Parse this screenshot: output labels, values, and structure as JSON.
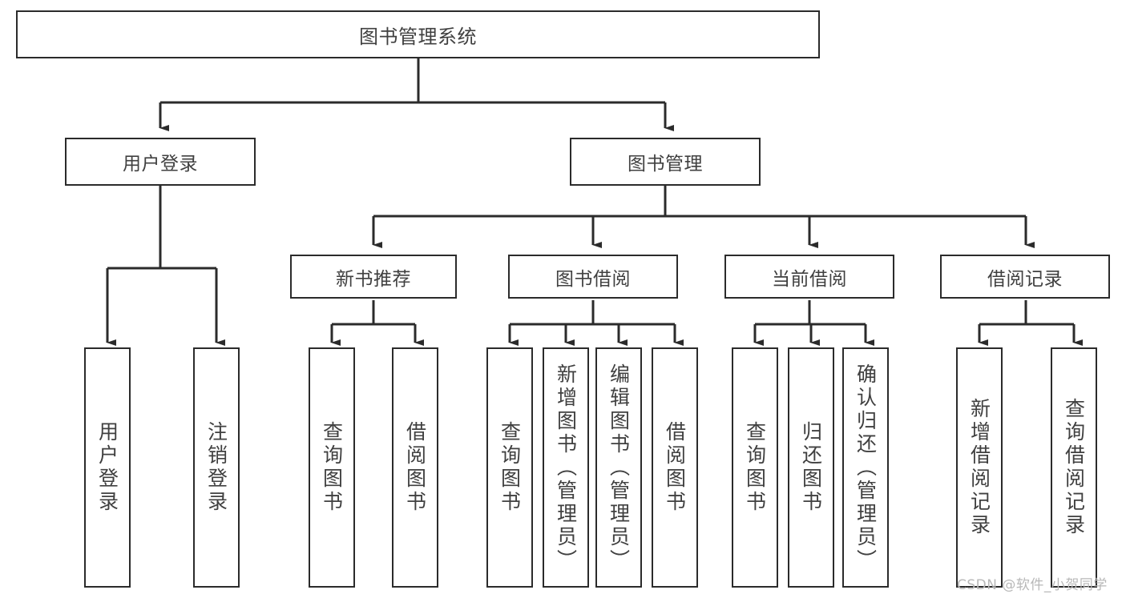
{
  "diagram": {
    "type": "tree",
    "title": "图书管理系统",
    "levels": {
      "root": {
        "label": "图书管理系统"
      },
      "level2": [
        {
          "label": "用户登录"
        },
        {
          "label": "图书管理"
        }
      ],
      "level3": [
        {
          "label": "新书推荐"
        },
        {
          "label": "图书借阅"
        },
        {
          "label": "当前借阅"
        },
        {
          "label": "借阅记录"
        }
      ],
      "leaves": {
        "user_login": [
          {
            "label": "用户登录"
          },
          {
            "label": "注销登录"
          }
        ],
        "new_book_recommend": [
          {
            "label": "查询图书"
          },
          {
            "label": "借阅图书"
          }
        ],
        "book_borrow": [
          {
            "label": "查询图书"
          },
          {
            "label": "新增图书（管理员）"
          },
          {
            "label": "编辑图书（管理员）"
          },
          {
            "label": "借阅图书"
          }
        ],
        "current_borrow": [
          {
            "label": "查询图书"
          },
          {
            "label": "归还图书"
          },
          {
            "label": "确认归还（管理员）"
          }
        ],
        "borrow_record": [
          {
            "label": "新增借阅记录"
          },
          {
            "label": "查询借阅记录"
          }
        ]
      }
    },
    "colors": {
      "border": "#2b2b2b",
      "text": "#404040",
      "background": "#ffffff",
      "watermark": "#b8b8b8"
    }
  },
  "watermark": {
    "text": "CSDN @软件_小贺同学"
  }
}
